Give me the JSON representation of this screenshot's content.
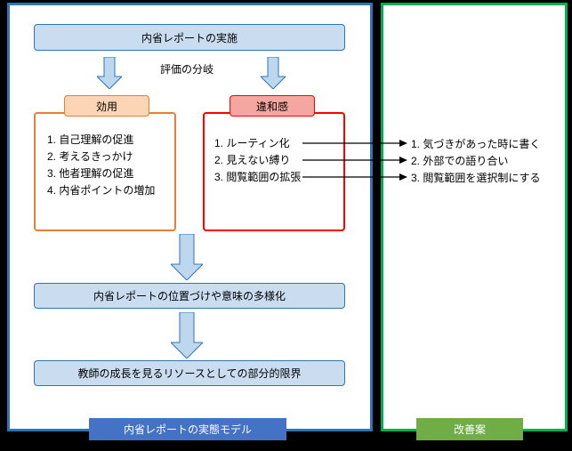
{
  "diagram": {
    "left_panel": {
      "top_box": "内省レポートの実施",
      "branch_label": "評価の分岐",
      "benefit": {
        "label": "効用",
        "items": [
          "1. 自己理解の促進",
          "2. 考えるきっかけ",
          "3. 他者理解の促進",
          "4. 内省ポイントの増加"
        ]
      },
      "discomfort": {
        "label": "違和感",
        "items": [
          "1. ルーティン化",
          "2. 見えない縛り",
          "3. 閲覧範囲の拡張"
        ]
      },
      "mid_box": "内省レポートの位置づけや意味の多様化",
      "bottom_box": "教師の成長を見るリソースとしての部分的限界",
      "caption": "内省レポートの実態モデル"
    },
    "right_panel": {
      "items": [
        "1. 気づきがあった時に書く",
        "2. 外部での語り合い",
        "3. 閲覧範囲を選択制にする"
      ],
      "caption": "改善案"
    },
    "colors": {
      "left_panel_border": "#2E75B6",
      "right_panel_border": "#00B050",
      "process_box_fill": "#C9DCF0",
      "process_box_border": "#2E75B6",
      "flow_arrow_fill": "#BDD7EE",
      "flow_arrow_border": "#2E75B6",
      "benefit_fill": "#FBD5B5",
      "benefit_border": "#ED7D31",
      "discomfort_fill": "#F4A7A0",
      "discomfort_border": "#FF0000",
      "left_caption_fill": "#4472C4",
      "right_caption_fill": "#70AD47",
      "connector_color": "#000000"
    }
  }
}
